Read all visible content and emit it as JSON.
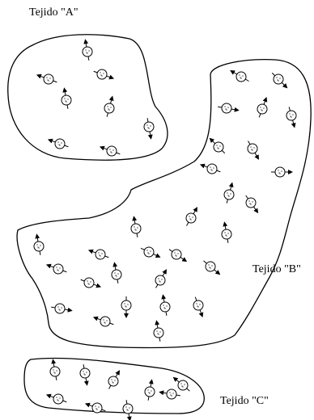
{
  "labels": {
    "tissue_a": "Tejido \"A\"",
    "tissue_b": "Tejido \"B\"",
    "tissue_c": "Tejido \"C\""
  },
  "colors": {
    "outline": "#000000",
    "particle_fill": "#ffffff"
  },
  "icons": {
    "particle": "spin-particle-icon",
    "arrow": "arrow-icon"
  }
}
